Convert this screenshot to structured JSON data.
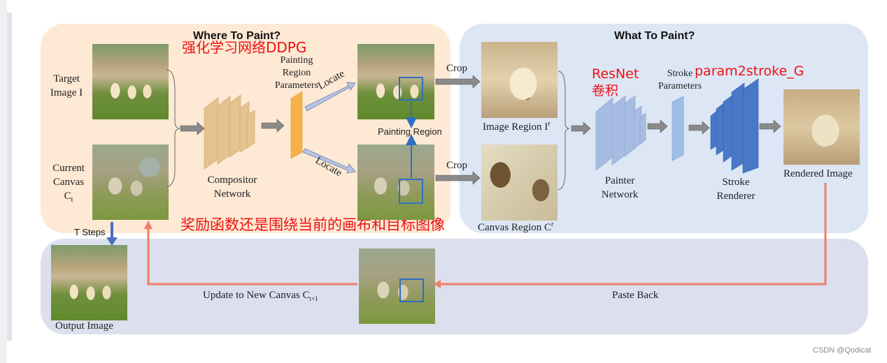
{
  "panels": {
    "where_title": "Where To Paint?",
    "what_title": "What To Paint?"
  },
  "annotations": {
    "ddpg": "强化学习网络DDPG",
    "resnet_1": "ResNet",
    "resnet_2": "卷积",
    "param2stroke": "param2stroke_G",
    "reward": "奖励函数还是围绕当前的画布和目标图像"
  },
  "labels": {
    "target_image_1": "Target",
    "target_image_2": "Image I",
    "current_canvas_1": "Current",
    "current_canvas_2": "Canvas",
    "current_canvas_3": "C",
    "current_canvas_sub": "t",
    "compositor_1": "Compositor",
    "compositor_2": "Network",
    "painting_params_1": "Painting",
    "painting_params_2": "Region",
    "painting_params_3": "Parameters",
    "locate_top": "Locate",
    "locate_bottom": "Locate",
    "painting_region": "Painting Region",
    "crop_top": "Crop",
    "crop_bottom": "Crop",
    "image_region": "Image Region I",
    "image_region_sup": "r",
    "canvas_region": "Canvas Region C",
    "canvas_region_sup": "r",
    "stroke_params_1": "Stroke",
    "stroke_params_2": "Parameters",
    "painter_1": "Painter",
    "painter_2": "Network",
    "renderer_1": "Stroke",
    "renderer_2": "Renderer",
    "rendered_image": "Rendered Image",
    "t_steps": "T Steps",
    "output_image": "Output Image",
    "update_canvas": "Update to New Canvas C",
    "update_canvas_sub": "t+1",
    "paste_back": "Paste Back"
  },
  "watermark": "CSDN @Qodicat",
  "colors": {
    "where_panel": "#fde9d4",
    "what_panel": "#dce6f5",
    "bottom_panel": "#dcdfed",
    "compositor": "#e6c38e",
    "painting_bar": "#f5b347",
    "painter": "#9fb5dd",
    "renderer": "#4a78c8",
    "loop_arrow": "#f07e68",
    "annotation_red": "#ee1111"
  }
}
